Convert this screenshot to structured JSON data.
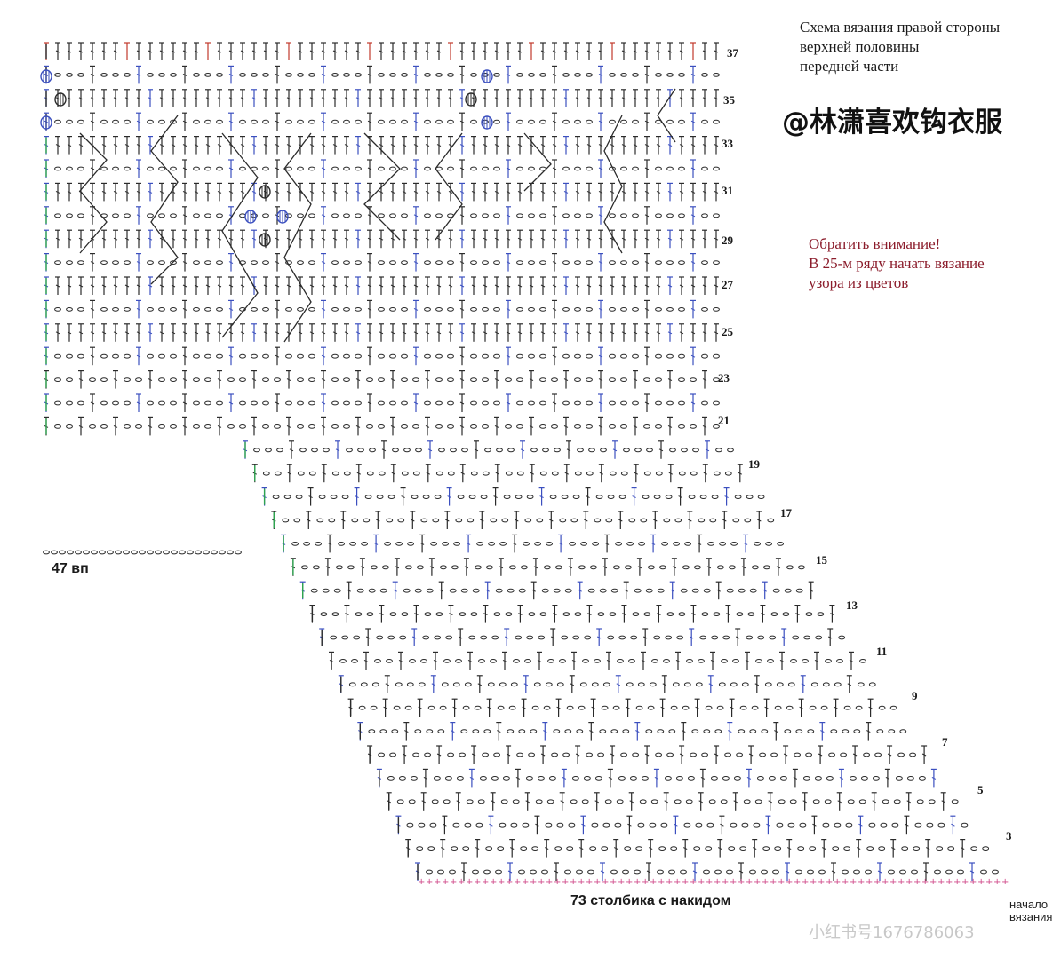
{
  "title": {
    "line1": "Схема вязания правой стороны",
    "line2": "верхней половины",
    "line3": "передней части"
  },
  "watermark": "@林潇喜欢钩衣服",
  "note": {
    "line1": "Обратить внимание!",
    "line2": "В 25-м ряду начать вязание",
    "line3": "узора из цветов"
  },
  "labels": {
    "chain": "47 вп",
    "base": "73 столбика с накидом",
    "start_line1": "начало",
    "start_line2": "вязания",
    "corner_watermark": "小红书号1676786063"
  },
  "row_numbers": [
    "37",
    "35",
    "33",
    "31",
    "29",
    "27",
    "25",
    "23",
    "21",
    "19",
    "17",
    "15",
    "13",
    "11",
    "9",
    "7",
    "5",
    "3"
  ],
  "colors": {
    "stitch": "#2b2b2b",
    "accent_blue": "#3b4fbf",
    "accent_red": "#c0392b",
    "accent_green": "#2ea44f",
    "foundation": "#d04a8a",
    "note": "#8b1c2b"
  },
  "icons": [
    "flower-motif-icon",
    "crochet-stitch-icon",
    "chain-stitch-icon"
  ]
}
